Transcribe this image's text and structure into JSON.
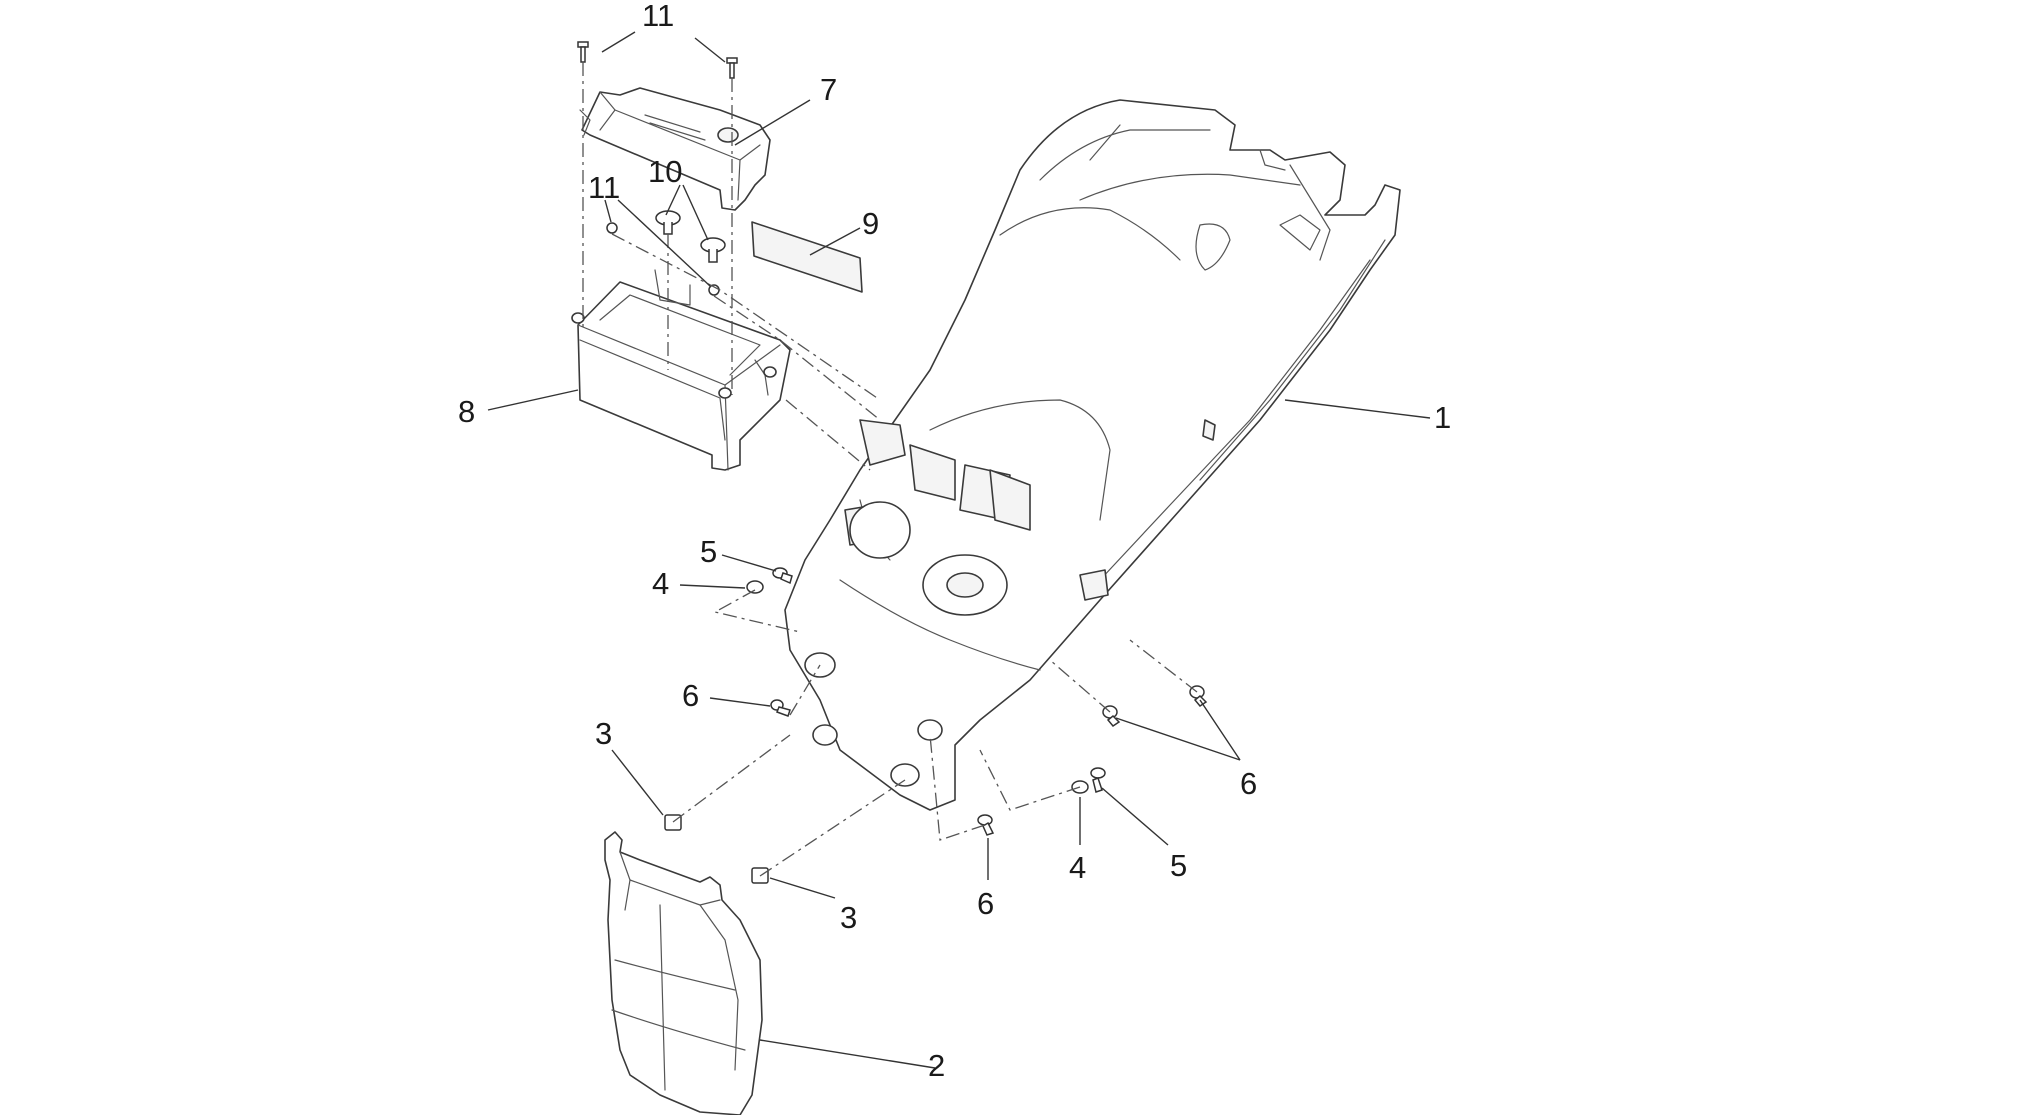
{
  "callouts": [
    {
      "id": "c-11-top",
      "text": "11"
    },
    {
      "id": "c-7",
      "text": "7"
    },
    {
      "id": "c-10",
      "text": "10"
    },
    {
      "id": "c-11-mid",
      "text": "11"
    },
    {
      "id": "c-9",
      "text": "9"
    },
    {
      "id": "c-8",
      "text": "8"
    },
    {
      "id": "c-1",
      "text": "1"
    },
    {
      "id": "c-5-left",
      "text": "5"
    },
    {
      "id": "c-4-left",
      "text": "4"
    },
    {
      "id": "c-6-left",
      "text": "6"
    },
    {
      "id": "c-3-left",
      "text": "3"
    },
    {
      "id": "c-6-right",
      "text": "6"
    },
    {
      "id": "c-5-right",
      "text": "5"
    },
    {
      "id": "c-4-right",
      "text": "4"
    },
    {
      "id": "c-3-right",
      "text": "3"
    },
    {
      "id": "c-6-bottom",
      "text": "6"
    },
    {
      "id": "c-2",
      "text": "2"
    }
  ],
  "colors": {
    "background": "#ffffff",
    "line": "#3a3a3a",
    "text": "#1a1a1a"
  }
}
